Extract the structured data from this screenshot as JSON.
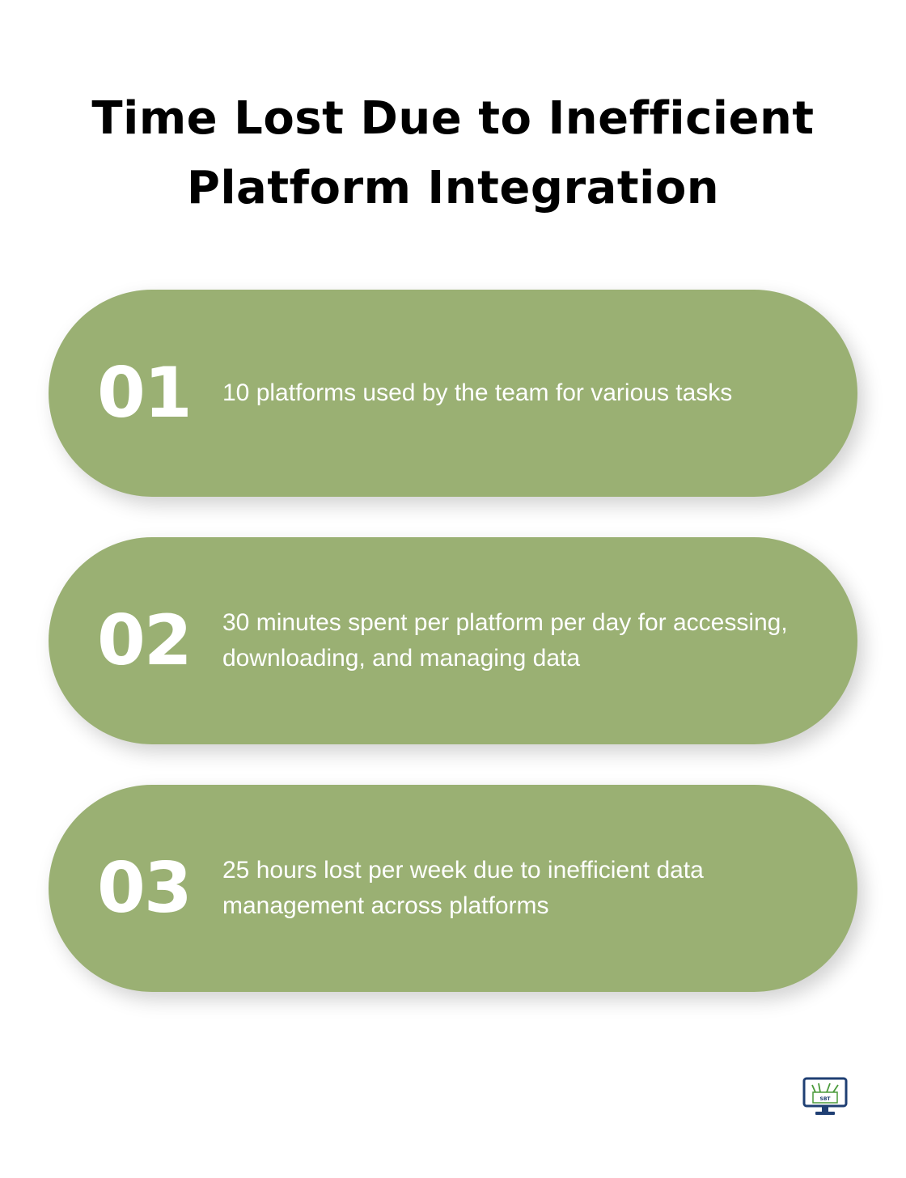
{
  "title_line1": "Time Lost Due to Inefficient",
  "title_line2": "Platform Integration",
  "colors": {
    "card": "#9ab073",
    "text": "#ffffff",
    "logo_blue": "#1f3f73",
    "logo_green": "#4a9a3a"
  },
  "items": [
    {
      "number": "01",
      "text": "10 platforms used by the team for various tasks"
    },
    {
      "number": "02",
      "text": "30 minutes spent per platform per day for accessing, downloading, and managing data"
    },
    {
      "number": "03",
      "text": "25 hours lost per week due to inefficient data management across platforms"
    }
  ],
  "logo": {
    "icon": "monitor-toolbox-icon",
    "text": "SBT"
  }
}
